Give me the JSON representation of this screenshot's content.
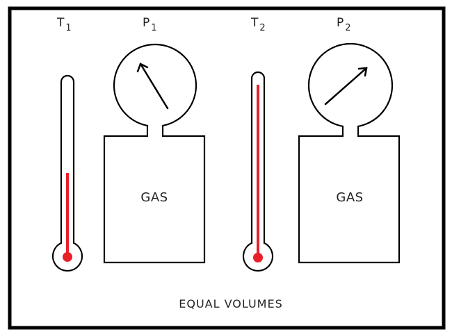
{
  "thermometers": [
    {
      "symbol": "T",
      "subscript": "1",
      "fill_level": 0.48
    },
    {
      "symbol": "T",
      "subscript": "2",
      "fill_level": 1.0
    }
  ],
  "gauges": [
    {
      "symbol": "P",
      "subscript": "1",
      "needle": "pointing up-left"
    },
    {
      "symbol": "P",
      "subscript": "2",
      "needle": "pointing up-right"
    }
  ],
  "containers": [
    {
      "label": "GAS"
    },
    {
      "label": "GAS"
    }
  ],
  "caption": "EQUAL VOLUMES",
  "colors": {
    "mercury": "#e8202a",
    "outline": "#000000",
    "background": "#ffffff"
  }
}
